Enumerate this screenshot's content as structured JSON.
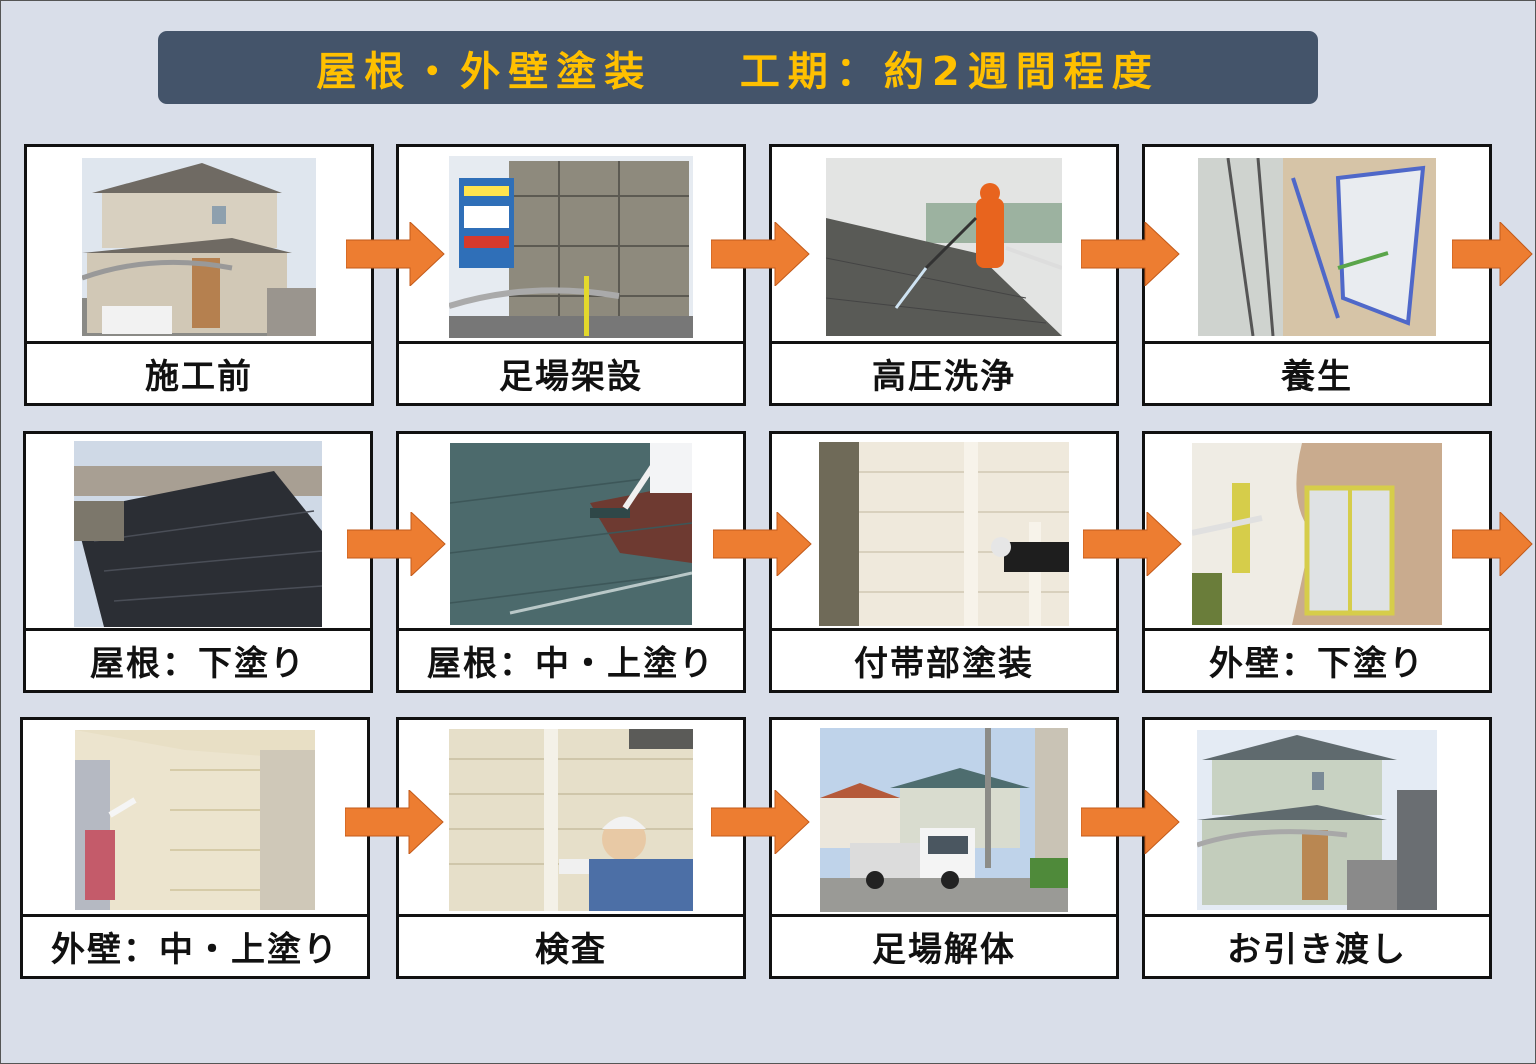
{
  "title": {
    "left": "屋根・外壁塗装",
    "right": "工期：約2週間程度"
  },
  "colors": {
    "background": "#d9dee9",
    "banner": "#44546a",
    "banner_text": "#ffc000",
    "arrow": "#ed7d31"
  },
  "steps": [
    {
      "label": "施工前",
      "photo": "house-before-photo"
    },
    {
      "label": "足場架設",
      "photo": "scaffolding-photo"
    },
    {
      "label": "高圧洗浄",
      "photo": "pressure-washing-photo"
    },
    {
      "label": "養生",
      "photo": "masking-photo"
    },
    {
      "label": "屋根：下塗り",
      "photo": "roof-undercoat-photo"
    },
    {
      "label": "屋根：中・上塗り",
      "photo": "roof-topcoat-photo"
    },
    {
      "label": "付帯部塗装",
      "photo": "trim-painting-photo"
    },
    {
      "label": "外壁：下塗り",
      "photo": "wall-undercoat-photo"
    },
    {
      "label": "外壁：中・上塗り",
      "photo": "wall-topcoat-photo"
    },
    {
      "label": "検査",
      "photo": "inspection-photo"
    },
    {
      "label": "足場解体",
      "photo": "scaffold-removal-photo"
    },
    {
      "label": "お引き渡し",
      "photo": "handover-photo"
    }
  ]
}
